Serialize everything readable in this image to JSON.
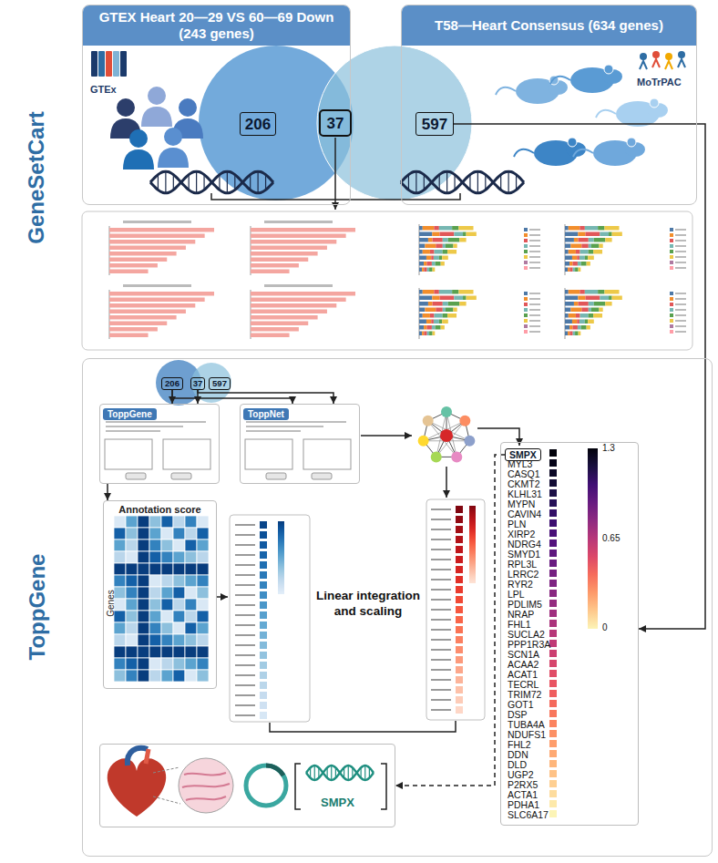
{
  "diagram": {
    "nodes": [
      {
        "text": [
          "GeneSetCart"
        ]
      },
      {
        "text": [
          "GTEX Heart 20—29 VS 60—69 Down (243 genes)",
          "GTEx"
        ],
        "in": 0
      },
      {
        "text": [
          "T58—Heart Consensus (634 genes)",
          "MoTrPAC"
        ],
        "in": 0
      },
      {
        "text": [
          "206"
        ],
        "in": 1
      },
      {
        "text": [
          "37"
        ],
        "in": 0
      },
      {
        "text": [
          "597"
        ],
        "in": 2
      },
      {
        "text": [
          "ToppGene"
        ]
      },
      {
        "text": [
          "206"
        ],
        "in": 6
      },
      {
        "text": [
          "37"
        ],
        "in": 6
      },
      {
        "text": [
          "597"
        ],
        "in": 6
      },
      {
        "text": [
          "ToppGene"
        ],
        "in": 6
      },
      {
        "text": [
          "ToppNet"
        ],
        "in": 6
      },
      {
        "text": [
          "Annotation score",
          "Genes"
        ],
        "in": 6
      },
      {
        "text": [
          "MYL3",
          "CASQ1",
          "CKMT2",
          "KLHL31",
          "MYPN",
          "CAVIN4",
          "PLN",
          "XIRP2",
          "NDRG4",
          "SMYD1",
          "RPL3L",
          "LRRC2",
          "RYR2",
          "LPL",
          "PDLIM5",
          "NRAP",
          "FHL1",
          "SUCLA2",
          "PPP1R3A",
          "SCN1A",
          "ACAA2",
          "ACAT1",
          "TECRL",
          "TRIM72",
          "GOT1",
          "DSP",
          "TUBA4A",
          "NDUFS1",
          "FHL2",
          "DDN",
          "DLD",
          "UGP2",
          "P2RX5",
          "ACTA1",
          "PDHA1",
          "SLC6A17"
        ],
        "in": 6
      },
      {
        "text": [
          "SMPX"
        ],
        "in": 13
      },
      {
        "text": [
          "SMPX"
        ],
        "in": 6
      }
    ],
    "edges": [
      {
        "from": 5,
        "to": 13,
        "arrow": "to"
      },
      {
        "from": 7,
        "to": 10,
        "arrow": "to"
      },
      {
        "from": 8,
        "to": 10,
        "arrow": "to"
      },
      {
        "from": 7,
        "to": 11,
        "arrow": "to"
      },
      {
        "from": 8,
        "to": 11,
        "arrow": "to"
      },
      {
        "from": 10,
        "to": 12,
        "arrow": "to"
      },
      {
        "from": 14,
        "to": 15,
        "arrow": "to"
      }
    ],
    "labels": [
      "Linear integration and scaling",
      "1.3",
      "0.65",
      "0"
    ]
  }
}
